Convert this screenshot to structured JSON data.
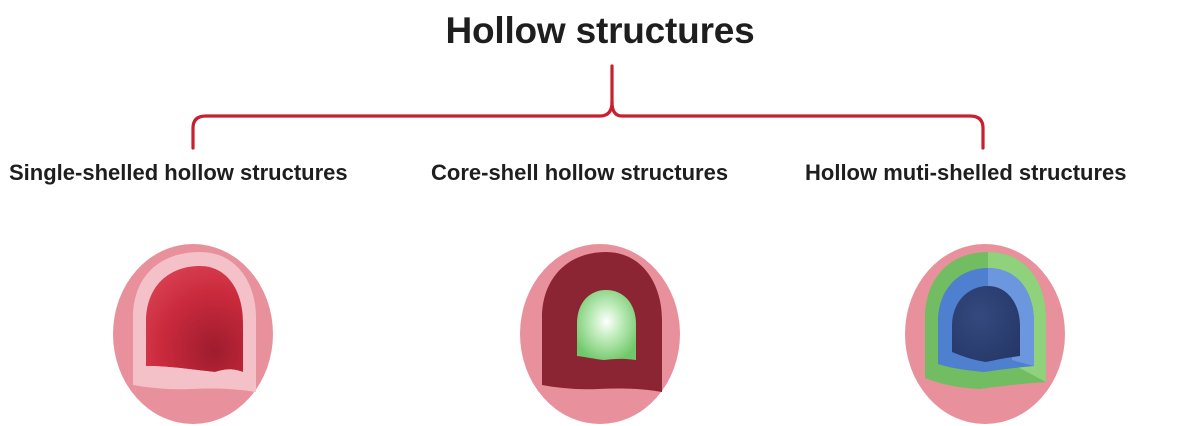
{
  "title": "Hollow structures",
  "categories": [
    {
      "label": "Single-shelled hollow structures",
      "type": "single-shelled"
    },
    {
      "label": "Core-shell hollow structures",
      "type": "core-shell"
    },
    {
      "label": "Hollow muti-shelled structures",
      "type": "multi-shelled"
    }
  ],
  "colors": {
    "bracket": "#c8202e",
    "outer_shell": "#e8919c",
    "light_shell": "#f5c1c8",
    "red_interior": "#c92a3c",
    "dark_red_shell": "#8b2533",
    "green_core": "#7fd67f",
    "green_shell": "#72bd62",
    "blue_shell": "#4f7fcf",
    "navy_core": "#2c3f74"
  }
}
